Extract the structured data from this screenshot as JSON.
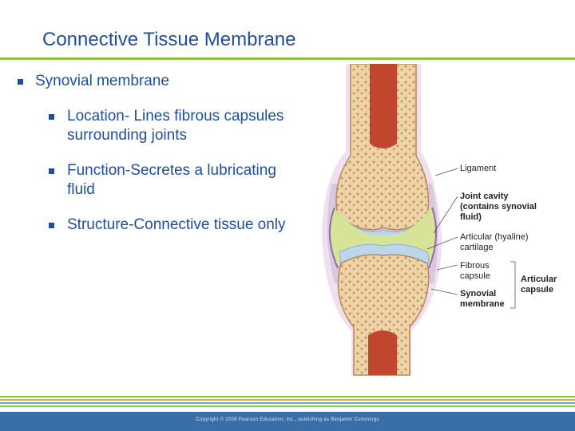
{
  "slide": {
    "title": "Connective Tissue Membrane",
    "bullets": {
      "main": "Synovial membrane",
      "sub": [
        "Location- Lines fibrous capsules surrounding joints",
        "Function-Secretes a lubricating fluid",
        "Structure-Connective tissue only"
      ]
    }
  },
  "diagram": {
    "labels": {
      "ligament": "Ligament",
      "joint_cavity": "Joint cavity (contains synovial fluid)",
      "articular_cartilage": "Articular (hyaline) cartilage",
      "fibrous_capsule": "Fibrous capsule",
      "synovial_membrane": "Synovial membrane",
      "articular_capsule": "Articular capsule"
    }
  },
  "footer": {
    "copyright": "Copyright © 2009 Pearson Education, Inc., publishing as Benjamin Cummings"
  },
  "colors": {
    "title": "#1f4e9a",
    "accent_green": "#8cc63f",
    "footer_bar": "#3a6ea8",
    "bone": "#e8c79a",
    "cartilage": "#bcd7ea",
    "synovial_fluid": "#d8e88a"
  }
}
